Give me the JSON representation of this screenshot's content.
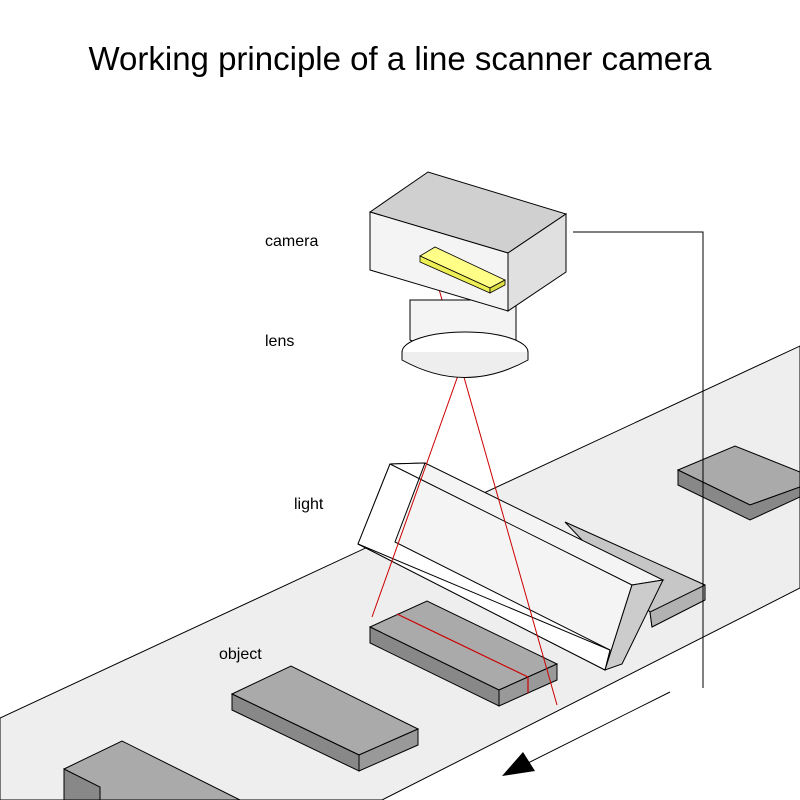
{
  "title": "Working principle of a line scanner camera",
  "labels": {
    "camera": "camera",
    "lens": "lens",
    "light": "light",
    "object": "object"
  },
  "colors": {
    "belt": "#eeeeee",
    "object_top": "#aaaaaa",
    "object_side": "#888888",
    "object_faded": "#c6c6c6",
    "camera_top": "#d0d0d0",
    "camera_front": "#f4f4f4",
    "camera_side": "#e0e0e0",
    "sensor": "#ffff88",
    "beam": "#cc0000",
    "light_top": "#f4f4f4",
    "light_front": "#ffffff",
    "light_end": "#cccccc"
  },
  "icons": {
    "direction": "arrow-down-left-icon"
  }
}
